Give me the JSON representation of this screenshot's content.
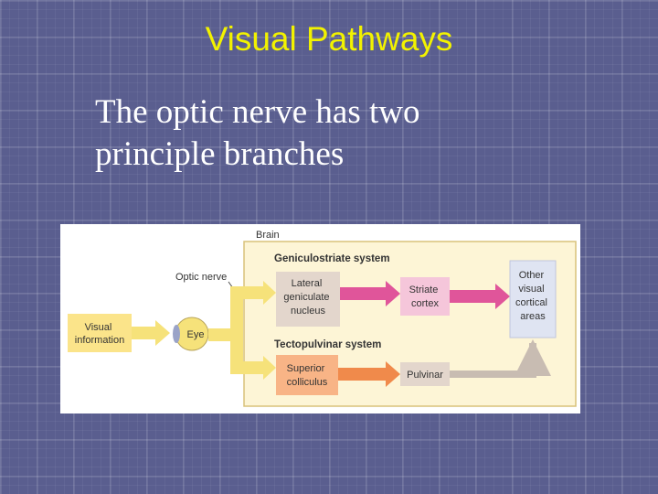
{
  "slide": {
    "title": "Visual Pathways",
    "body_line1": "The optic nerve has two",
    "body_line2": "principle branches"
  },
  "diagram": {
    "brain_label": "Brain",
    "geniculostriate_label": "Geniculostriate system",
    "tectopulvinar_label": "Tectopulvinar system",
    "optic_nerve_label": "Optic nerve",
    "visual_information": [
      "Visual",
      "information"
    ],
    "eye_label": "Eye",
    "lateral_geniculate": [
      "Lateral",
      "geniculate",
      "nucleus"
    ],
    "striate_cortex": [
      "Striate",
      "cortex"
    ],
    "other_visual": [
      "Other",
      "visual",
      "cortical",
      "areas"
    ],
    "superior_colliculus": [
      "Superior",
      "colliculus"
    ],
    "pulvinar": "Pulvinar",
    "colors": {
      "brain_bg": "#fdf5d6",
      "brain_border": "#d8c27a",
      "blue_box": "#dfe4f2",
      "yellow_box": "#fbe48a",
      "eye_yellow": "#f6e27a",
      "lgn_box": "#e3d6cc",
      "pink_box": "#f5c6da",
      "orange_box": "#f8b486",
      "pink_arrow": "#e0559a",
      "orange_arrow": "#f08a4b",
      "gray_arrow": "#c8bcb2",
      "blue_arrow": "#9aa3c8"
    }
  }
}
